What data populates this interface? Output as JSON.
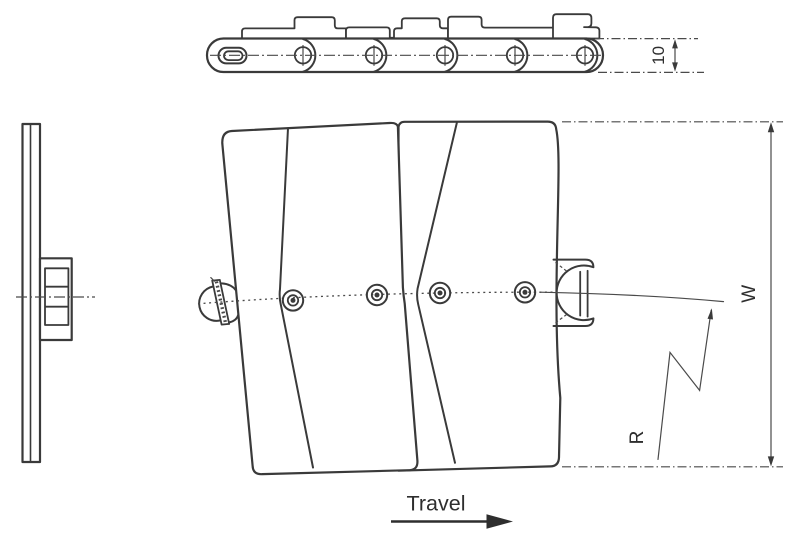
{
  "drawing": {
    "labels": {
      "travel": "Travel",
      "plate_thickness": "10",
      "width_dim": "W",
      "radius_dim": "R"
    },
    "colors": {
      "line": "#3a3a3a",
      "thin_line": "#4a4a4a",
      "text": "#2e2e2e",
      "background": "#ffffff"
    }
  }
}
